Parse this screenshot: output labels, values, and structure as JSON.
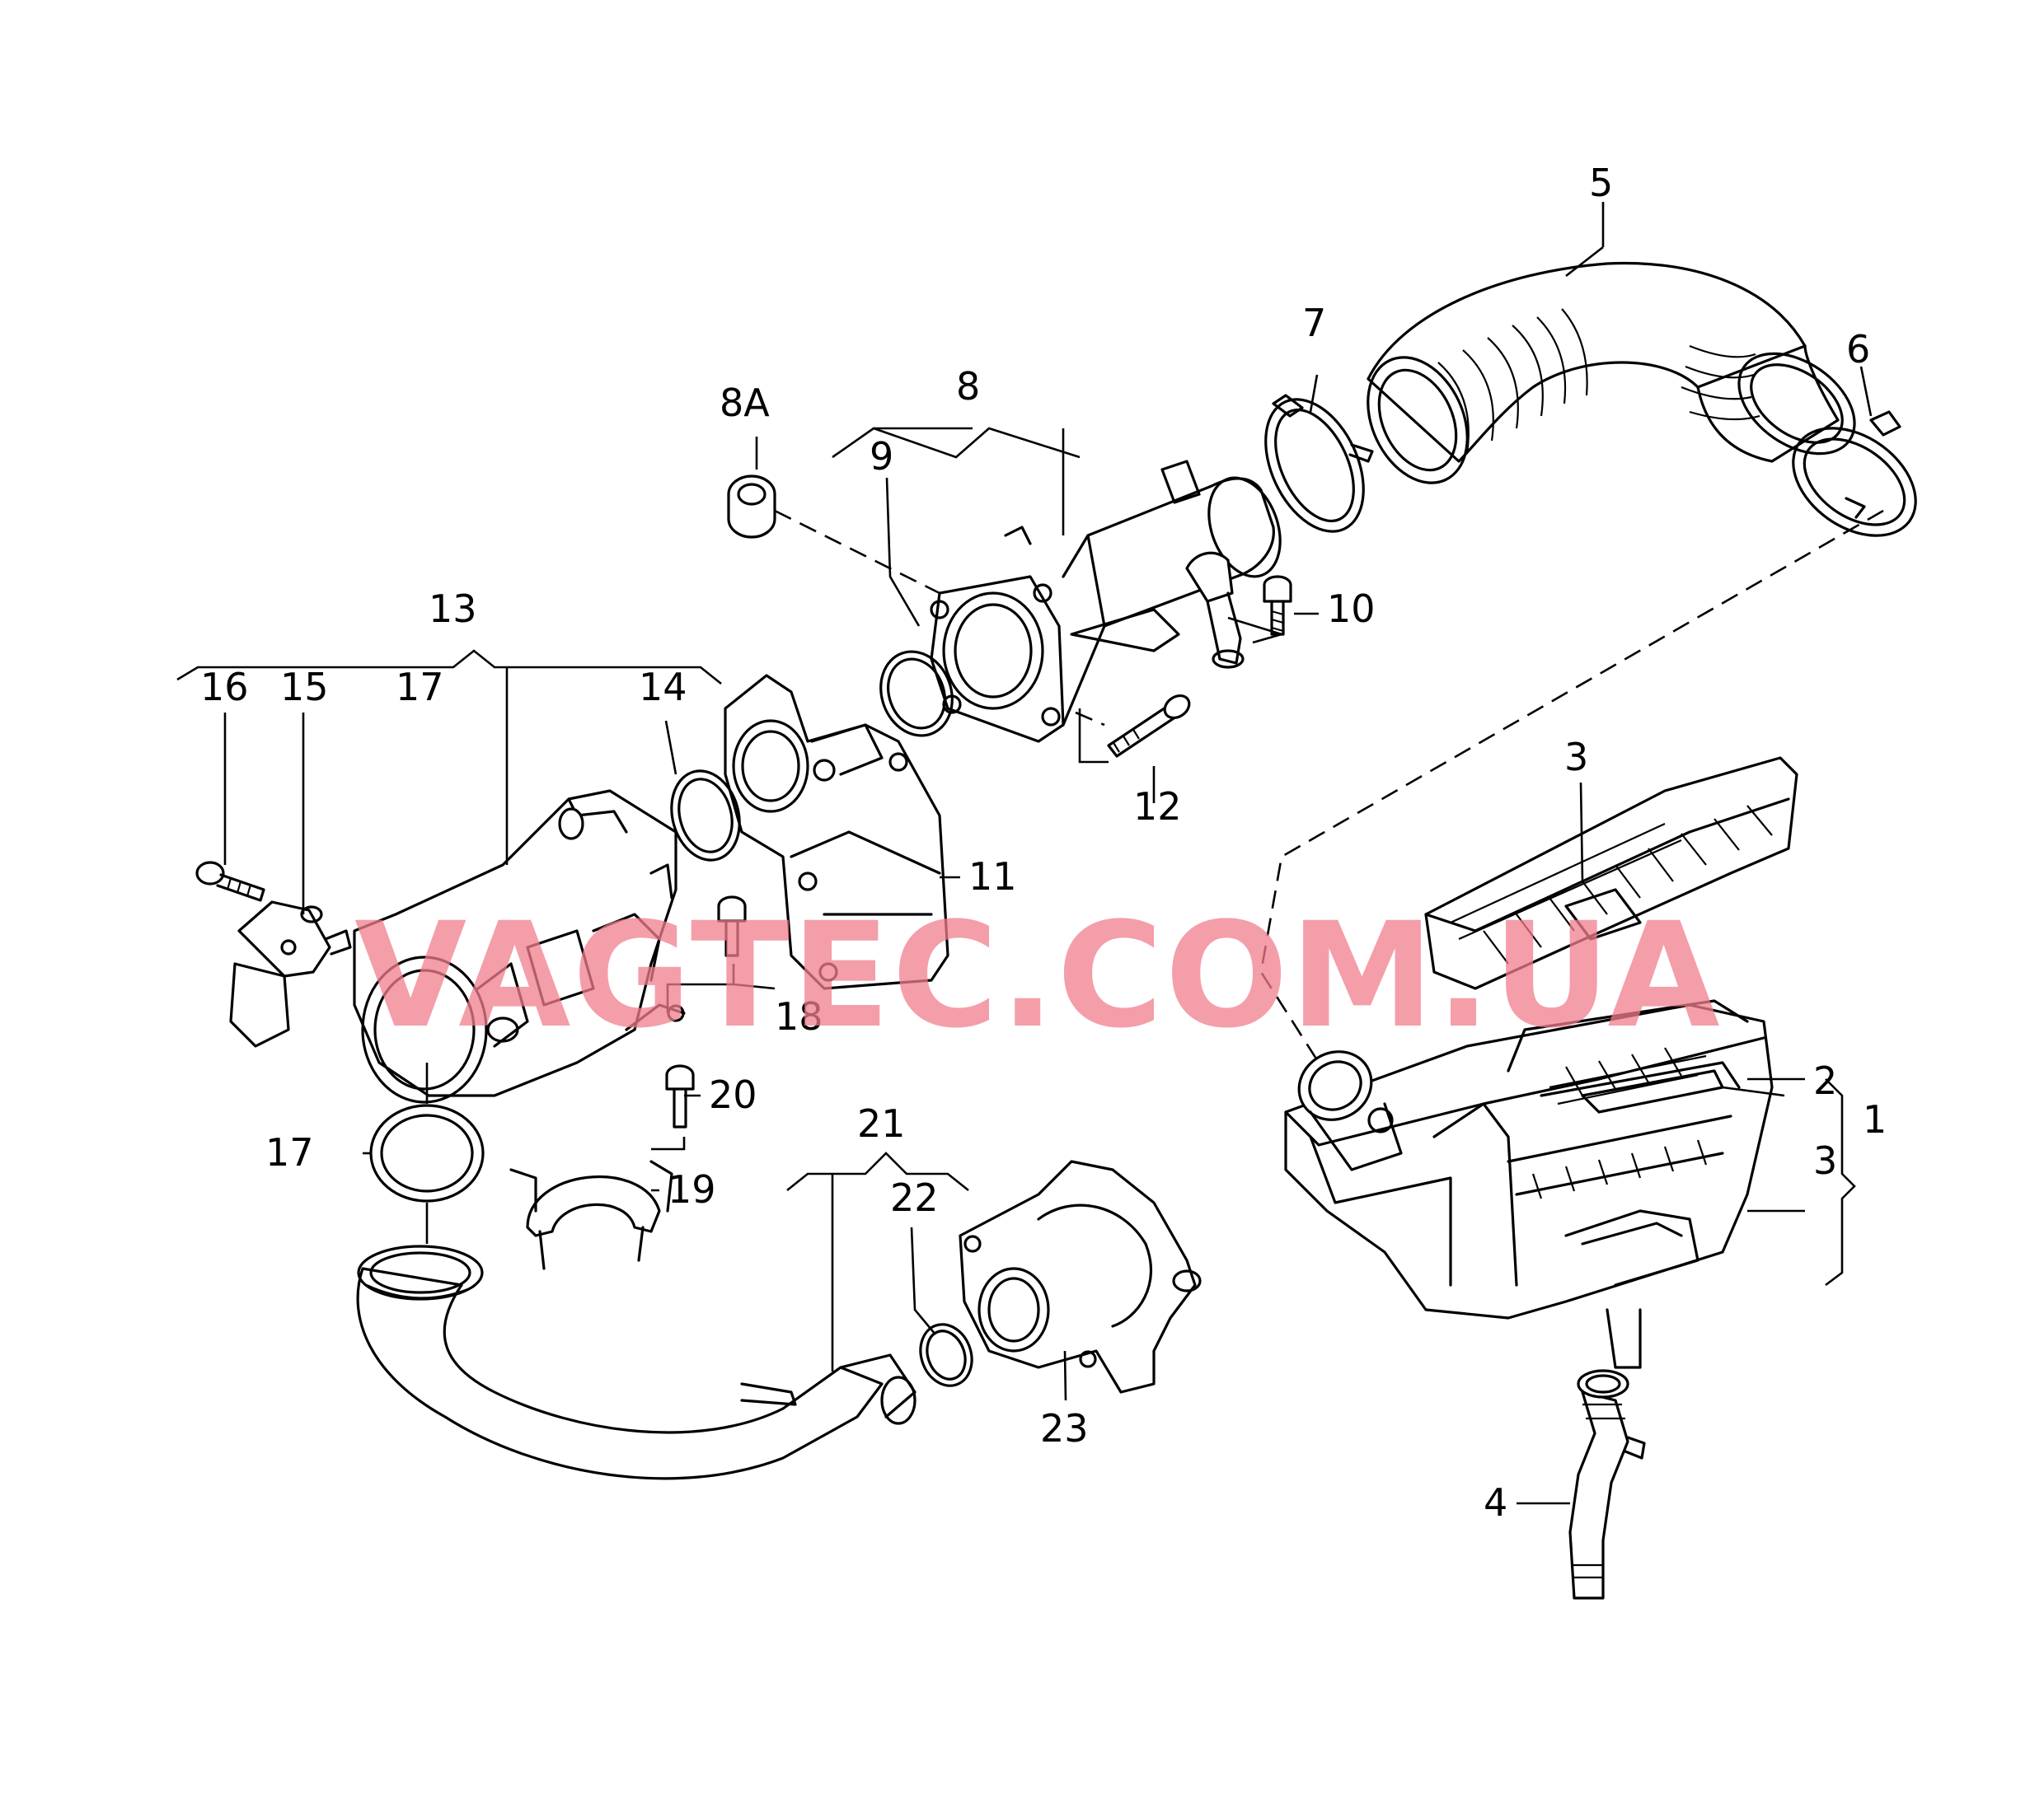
{
  "watermark": "VAGTEC.COM.UA",
  "callouts": {
    "c1": "1",
    "c2": "2",
    "c3a": "3",
    "c3b": "3",
    "c4": "4",
    "c5": "5",
    "c6": "6",
    "c7": "7",
    "c8": "8",
    "c8a": "8A",
    "c9": "9",
    "c10": "10",
    "c11": "11",
    "c12": "12",
    "c13": "13",
    "c14": "14",
    "c15": "15",
    "c16": "16",
    "c17a": "17",
    "c17b": "17",
    "c18": "18",
    "c19": "19",
    "c20": "20",
    "c21": "21",
    "c22": "22",
    "c23": "23"
  }
}
